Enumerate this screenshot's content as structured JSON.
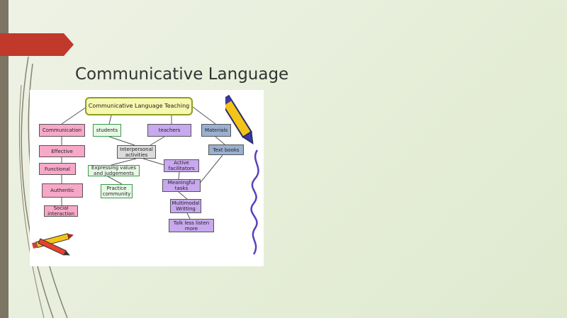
{
  "slide": {
    "title_line1": "Communicative Language",
    "title_line2": "Teaching (CLT)"
  },
  "diagram": {
    "root": "Communicative Language Teaching",
    "nodes": {
      "communication": "Communication",
      "students": "students",
      "teachers": "teachers",
      "materials": "Materials",
      "effective": "Effective",
      "interpersonal": "Interpersonal activities",
      "text_books": "Text books",
      "functional": "Functional",
      "expressing": "Expressing values and judgements",
      "active": "Active facilitators",
      "authentic": "Authentic",
      "practice": "Practice community",
      "meaningful": "Meaningful tasks",
      "social": "Social interaction",
      "multimodal": "Multimodal Writting",
      "talk": "Talk less listen more"
    }
  },
  "colors": {
    "sidebar": "#7d7563",
    "red_tab": "#c0392b",
    "squiggle": "#5a3fc0"
  }
}
